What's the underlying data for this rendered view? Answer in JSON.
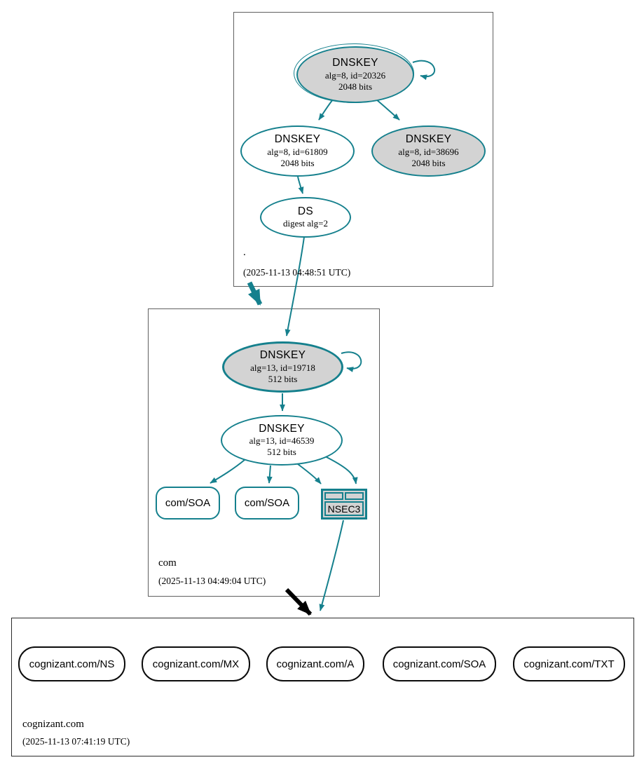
{
  "colors": {
    "secure_edge": "#15808d",
    "insecure_edge": "#000000",
    "key_fill_gray": "#d3d3d3",
    "node_fill_white": "#ffffff",
    "zone_border": "#606060"
  },
  "zones": [
    {
      "name": ".",
      "timestamp": "(2025-11-13 04:48:51 UTC)",
      "ksk": {
        "title": "DNSKEY",
        "detail": "alg=8, id=20326",
        "bits": "2048 bits"
      },
      "zsk": {
        "title": "DNSKEY",
        "detail": "alg=8, id=61809",
        "bits": "2048 bits"
      },
      "standby": {
        "title": "DNSKEY",
        "detail": "alg=8, id=38696",
        "bits": "2048 bits"
      },
      "ds": {
        "title": "DS",
        "detail": "digest alg=2"
      }
    },
    {
      "name": "com",
      "timestamp": "(2025-11-13 04:49:04 UTC)",
      "ksk": {
        "title": "DNSKEY",
        "detail": "alg=13, id=19718",
        "bits": "512 bits"
      },
      "zsk": {
        "title": "DNSKEY",
        "detail": "alg=13, id=46539",
        "bits": "512 bits"
      },
      "soa1": {
        "label": "com/SOA"
      },
      "soa2": {
        "label": "com/SOA"
      },
      "nsec3": {
        "label": "NSEC3"
      }
    },
    {
      "name": "cognizant.com",
      "timestamp": "(2025-11-13 07:41:19 UTC)",
      "rrsets": [
        "cognizant.com/NS",
        "cognizant.com/MX",
        "cognizant.com/A",
        "cognizant.com/SOA",
        "cognizant.com/TXT"
      ]
    }
  ]
}
